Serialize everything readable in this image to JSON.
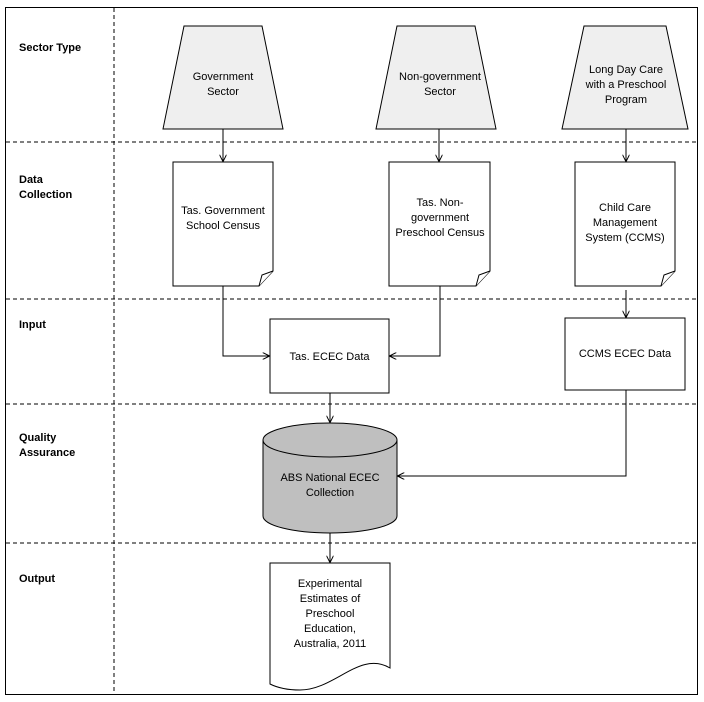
{
  "lanes": [
    {
      "label": "Sector Type"
    },
    {
      "label": "Data Collection"
    },
    {
      "label": "Input"
    },
    {
      "label": "Quality Assurance"
    },
    {
      "label": "Output"
    }
  ],
  "nodes": {
    "government_sector": "Government Sector",
    "non_government_sector": "Non-government Sector",
    "long_day_care": "Long Day Care with a Preschool Program",
    "gov_school_census": "Tas. Government School Census",
    "nongov_preschool_census": "Tas. Non-government Preschool Census",
    "ccms": "Child Care Management System (CCMS)",
    "tas_ecec_data": "Tas. ECEC Data",
    "ccms_ecec_data": "CCMS ECEC Data",
    "abs_national": "ABS National ECEC Collection",
    "output": "Experimental Estimates of Preschool Education, Australia, 2011"
  },
  "colors": {
    "shape_fill_light": "#efefef",
    "database_fill": "#bfbfbf",
    "stroke": "#000000"
  }
}
